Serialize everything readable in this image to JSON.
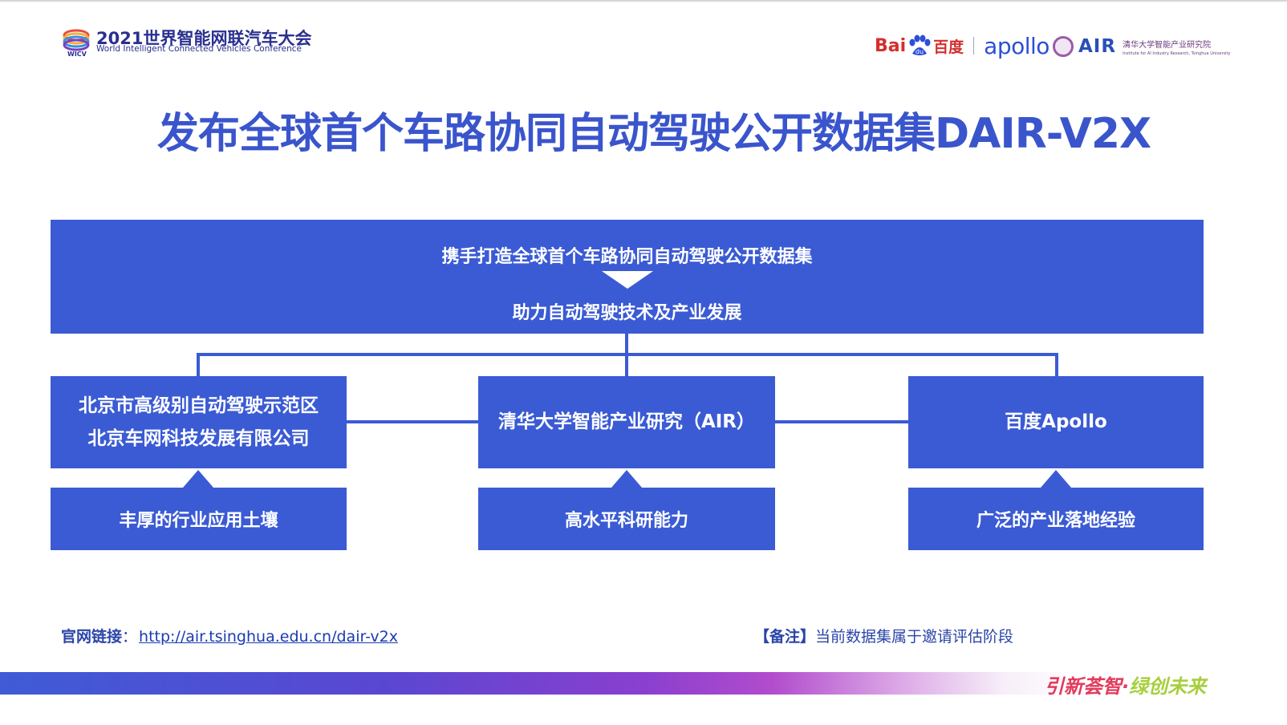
{
  "header": {
    "conference_title": "2021世界智能网联汽车大会",
    "conference_subtitle": "World Intelligent Connected Vehicles Conference",
    "conference_mark": "WICV",
    "baidu_latin": "Bai",
    "baidu_paw_text": "du",
    "baidu_cn": "百度",
    "apollo": "apollo",
    "air_logo": "AIR",
    "air_cn": "清华大学智能产业研究院",
    "air_en": "Institute for AI Industry Research, Tsinghua University"
  },
  "title": "发布全球首个车路协同自动驾驶公开数据集DAIR-V2X",
  "banner": {
    "line1": "携手打造全球首个车路协同自动驾驶公开数据集",
    "line2": "助力自动驾驶技术及产业发展"
  },
  "partners": [
    {
      "name_line1": "北京市高级别自动驾驶示范区",
      "name_line2": "北京车网科技发展有限公司",
      "strength": "丰厚的行业应用土壤"
    },
    {
      "name_line1": "清华大学智能产业研究（AIR）",
      "name_line2": "",
      "strength": "高水平科研能力"
    },
    {
      "name_line1": "百度Apollo",
      "name_line2": "",
      "strength": "广泛的产业落地经验"
    }
  ],
  "footer": {
    "link_label": "官网链接",
    "link_sep": "：",
    "link_url": "http://air.tsinghua.edu.cn/dair-v2x",
    "note_label": "【备注】",
    "note_text": "当前数据集属于邀请评估阶段",
    "slogan_part1": "引新荟智",
    "slogan_dot": "·",
    "slogan_part2": "绿创未来"
  },
  "colors": {
    "primary_blue": "#3b5bd4",
    "title_blue": "#3a55cc",
    "baidu_red": "#d62e2e"
  }
}
